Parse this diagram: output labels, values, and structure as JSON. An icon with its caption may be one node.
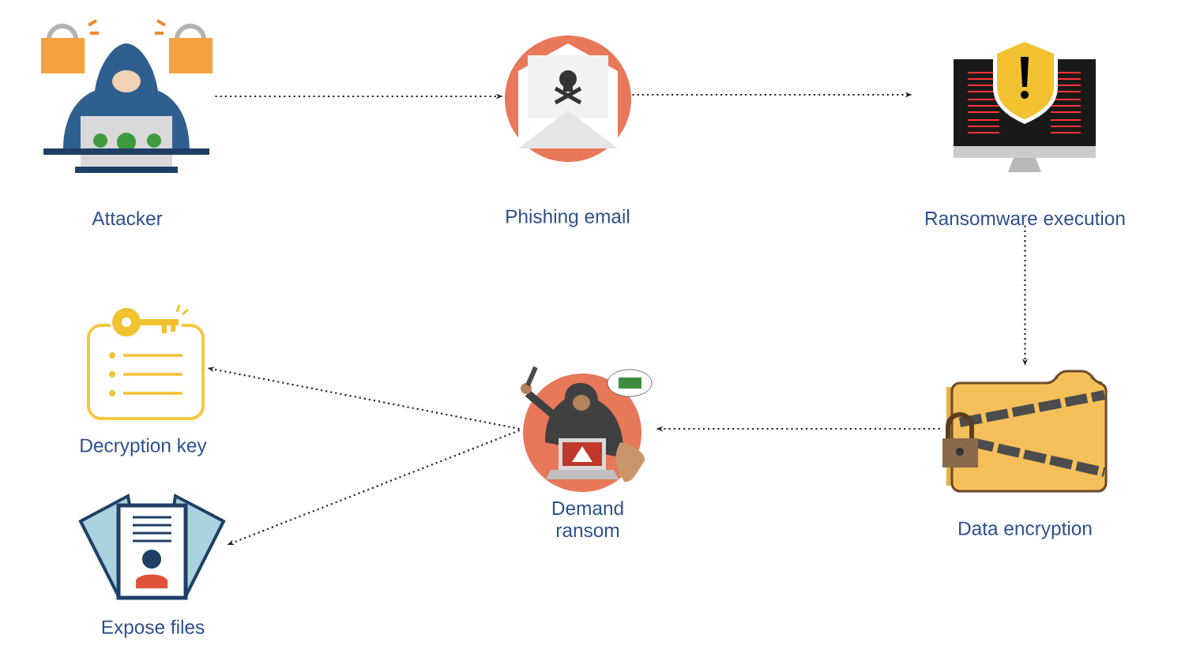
{
  "diagram": {
    "nodes": [
      {
        "text": [
          "Attacker"
        ]
      },
      {
        "text": [
          "Phishing email"
        ]
      },
      {
        "text": [
          "Ransomware execution"
        ]
      },
      {
        "text": [
          "Data encryption"
        ]
      },
      {
        "text": [
          "Demand ransom"
        ]
      },
      {
        "text": [
          "Decryption key"
        ]
      },
      {
        "text": [
          "Expose files"
        ]
      }
    ],
    "edges": [
      {
        "from": 0,
        "to": 1,
        "arrow": "to"
      },
      {
        "from": 1,
        "to": 2,
        "arrow": "to"
      },
      {
        "from": 2,
        "to": 3,
        "arrow": "to"
      },
      {
        "from": 3,
        "to": 4,
        "arrow": "to"
      },
      {
        "from": 4,
        "to": 5,
        "arrow": "to"
      },
      {
        "from": 4,
        "to": 6,
        "arrow": "to"
      }
    ]
  }
}
